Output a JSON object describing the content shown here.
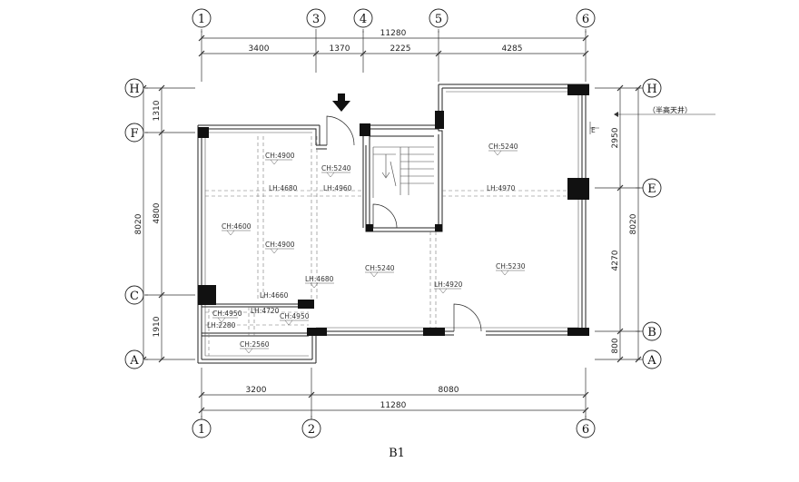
{
  "title": "B1",
  "note": "（半高天井）",
  "elevation_mark": "E",
  "top_axes": [
    "1",
    "3",
    "4",
    "5",
    "6"
  ],
  "bottom_axes": [
    "1",
    "2",
    "6"
  ],
  "left_axes": [
    "H",
    "F",
    "C",
    "A"
  ],
  "right_axes": [
    "H",
    "E",
    "B",
    "A"
  ],
  "top_dims": {
    "total": "11280",
    "seg1": "3400",
    "seg2": "1370",
    "seg3": "2225",
    "seg4": "4285"
  },
  "bottom_dims": {
    "total": "11280",
    "seg1": "3200",
    "seg2": "8080"
  },
  "left_dims": {
    "total": "8020",
    "seg1": "1310",
    "seg2": "4800",
    "seg3": "1910"
  },
  "right_dims": {
    "total": "8020",
    "seg1": "2950",
    "seg2": "4270",
    "seg3": "800"
  },
  "labels": {
    "ch4900a": "CH:4900",
    "ch5240a": "CH:5240",
    "lh4680a": "LH:4680",
    "lh4960": "LH:4960",
    "ch5240r": "CH:5240",
    "lh4970": "LH:4970",
    "ch4600": "CH:4600",
    "ch4900b": "CH:4900",
    "lh4680b": "LH:4680",
    "ch5240m": "CH:5240",
    "ch5230": "CH:5230",
    "lh4920": "LH:4920",
    "lh4660": "LH:4660",
    "lh4720": "LH:4720",
    "ch4950a": "CH:4950",
    "ch4950b": "CH:4950",
    "lh2280": "LH:2280",
    "ch2560": "CH:2560"
  }
}
